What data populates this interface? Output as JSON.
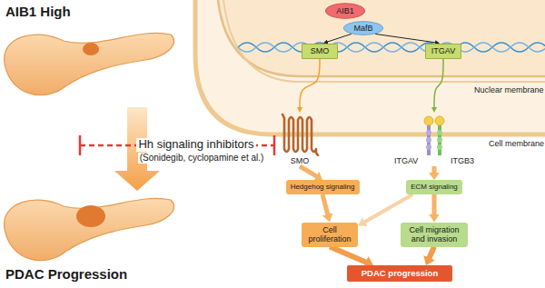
{
  "diagram": {
    "nodes": [
      {
        "text": [
          "AIB1"
        ]
      },
      {
        "text": [
          "MafB"
        ]
      },
      {
        "text": [
          "SMO"
        ]
      },
      {
        "text": [
          "ITGAV"
        ]
      },
      {
        "text": [
          "SMO"
        ]
      },
      {
        "text": [
          "ITGAV",
          "ITGB3"
        ]
      },
      {
        "text": [
          "Hedgehog signaling"
        ]
      },
      {
        "text": [
          "ECM signaling"
        ]
      },
      {
        "text": [
          "Cell proliferation"
        ]
      },
      {
        "text": [
          "Cell migration and invasion"
        ]
      },
      {
        "text": [
          "PDAC progression"
        ]
      }
    ],
    "edges": [
      {
        "from": 1,
        "to": 2,
        "arrow": "to"
      },
      {
        "from": 1,
        "to": 3,
        "arrow": "to"
      },
      {
        "from": 2,
        "to": 4,
        "arrow": "to"
      },
      {
        "from": 3,
        "to": 5,
        "arrow": "to"
      },
      {
        "from": 4,
        "to": 6,
        "arrow": "to"
      },
      {
        "from": 5,
        "to": 7,
        "arrow": "to"
      },
      {
        "from": 6,
        "to": 8,
        "arrow": "to"
      },
      {
        "from": 7,
        "to": 9,
        "arrow": "to"
      },
      {
        "from": 7,
        "to": 8,
        "arrow": "to"
      },
      {
        "from": 8,
        "to": 10,
        "arrow": "to"
      },
      {
        "from": 9,
        "to": 10,
        "arrow": "to"
      }
    ],
    "labels": [
      "AIB1 High",
      "PDAC Progression",
      "Hh signaling inhibitors",
      "(Sonidegib, cyclopamine et al.)",
      "Nuclear membrane",
      "Cell membrane"
    ]
  }
}
